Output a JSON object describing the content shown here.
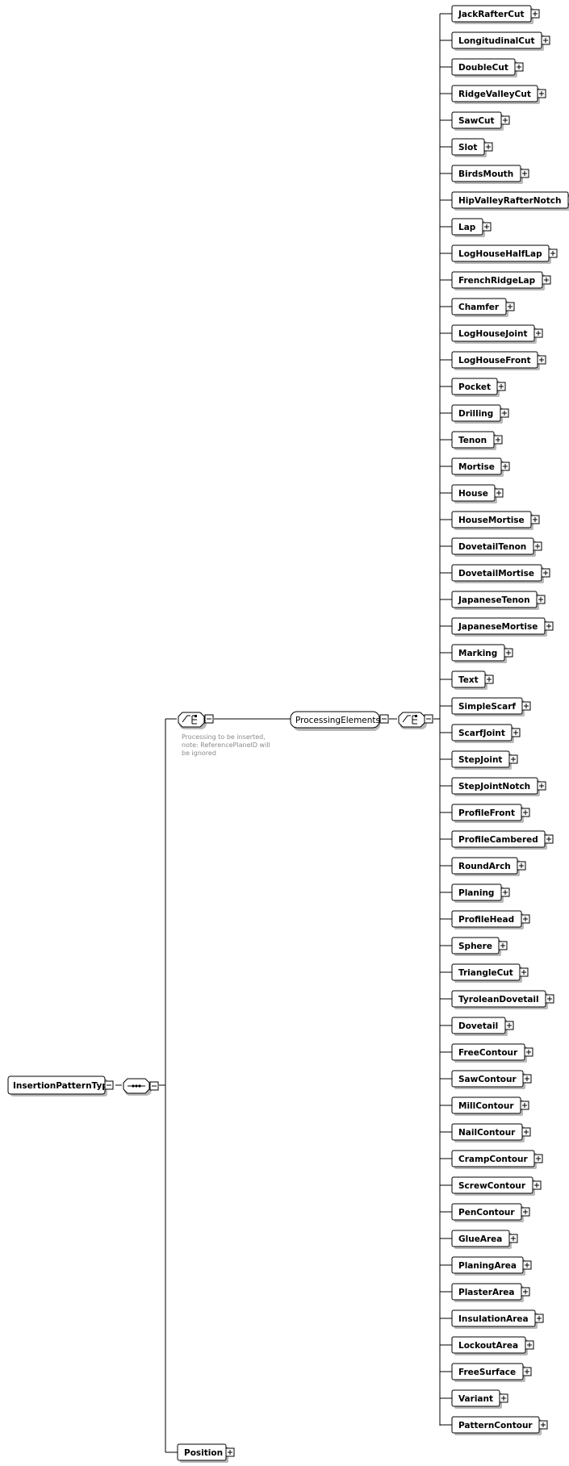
{
  "root": {
    "label": "InsertionPatternType"
  },
  "sequence_compositor": {
    "icon": "sequence-icon"
  },
  "processing_choice": {
    "icon": "choice-icon",
    "annotation_lines": [
      "Processing to be inserted,",
      "note: ReferencePlaneID will",
      "be ignored"
    ]
  },
  "processing_elements": {
    "label": "ProcessingElements"
  },
  "choice_compositor": {
    "icon": "choice-icon"
  },
  "children": [
    "JackRafterCut",
    "LongitudinalCut",
    "DoubleCut",
    "RidgeValleyCut",
    "SawCut",
    "Slot",
    "BirdsMouth",
    "HipValleyRafterNotch",
    "Lap",
    "LogHouseHalfLap",
    "FrenchRidgeLap",
    "Chamfer",
    "LogHouseJoint",
    "LogHouseFront",
    "Pocket",
    "Drilling",
    "Tenon",
    "Mortise",
    "House",
    "HouseMortise",
    "DovetailTenon",
    "DovetailMortise",
    "JapaneseTenon",
    "JapaneseMortise",
    "Marking",
    "Text",
    "SimpleScarf",
    "ScarfJoint",
    "StepJoint",
    "StepJointNotch",
    "ProfileFront",
    "ProfileCambered",
    "RoundArch",
    "Planing",
    "ProfileHead",
    "Sphere",
    "TriangleCut",
    "TyroleanDovetail",
    "Dovetail",
    "FreeContour",
    "SawContour",
    "MillContour",
    "NailContour",
    "CrampContour",
    "ScrewContour",
    "PenContour",
    "GlueArea",
    "PlaningArea",
    "PlasterArea",
    "InsulationArea",
    "LockoutArea",
    "FreeSurface",
    "Variant",
    "PatternContour"
  ],
  "position": {
    "label": "Position"
  }
}
